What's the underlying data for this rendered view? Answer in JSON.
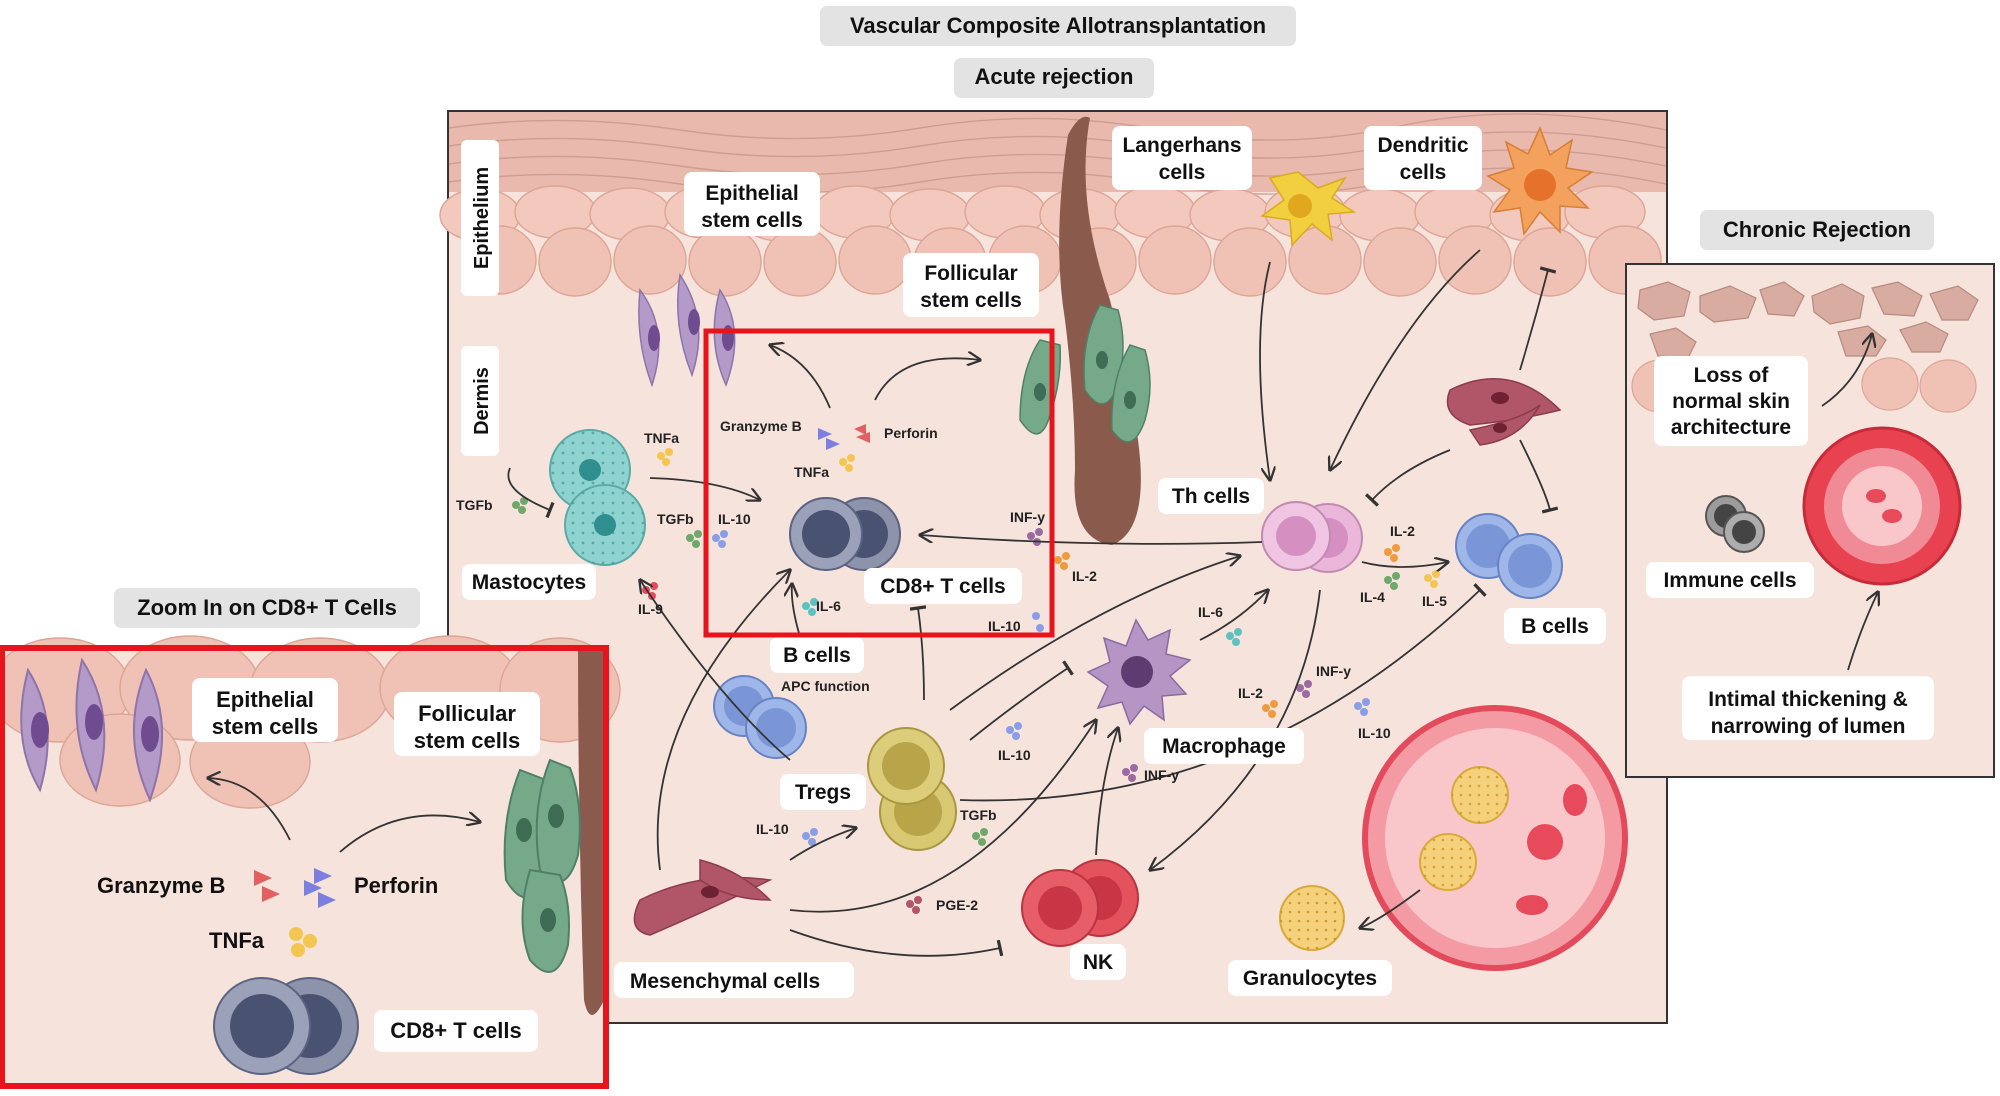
{
  "header": {
    "title": "Vascular Composite Allotransplantation",
    "acute": "Acute rejection",
    "chronic": "Chronic Rejection",
    "zoom": "Zoom In on CD8+ T Cells"
  },
  "layers": {
    "epithelium": "Epithelium",
    "dermis": "Dermis"
  },
  "cells": {
    "epithelial_stem": [
      "Epithelial",
      "stem cells"
    ],
    "follicular_stem": [
      "Follicular",
      "stem cells"
    ],
    "langerhans": [
      "Langerhans",
      "cells"
    ],
    "dendritic": [
      "Dendritic",
      "cells"
    ],
    "th": "Th cells",
    "b_cells_right": "B cells",
    "mastocytes": "Mastocytes",
    "cd8": "CD8+ T cells",
    "b_cells_mid": "B cells",
    "apc": "APC function",
    "tregs": "Tregs",
    "macrophage": "Macrophage",
    "mesenchymal": "Mesenchymal cells",
    "nk": "NK",
    "granulocytes": "Granulocytes"
  },
  "cytokines": {
    "granzyme": "Granzyme B",
    "perforin": "Perforin",
    "tnfa": "TNFa",
    "tgfb": "TGFb",
    "il10": "IL-10",
    "il6": "IL-6",
    "il9": "IL-9",
    "inf": "INF-y",
    "il2": "IL-2",
    "il4": "IL-4",
    "il5": "IL-5",
    "pge2": "PGE-2"
  },
  "chronic_panel": {
    "loss": [
      "Loss of",
      "normal skin",
      "architecture"
    ],
    "immune": "Immune cells",
    "intimal": [
      "Intimal thickening &",
      "narrowing of lumen"
    ]
  },
  "zoom_panel": {
    "epithelial": [
      "Epithelial",
      "stem cells"
    ],
    "follicular": [
      "Follicular",
      "stem cells"
    ],
    "granzyme": "Granzyme B",
    "perforin": "Perforin",
    "tnfa": "TNFa",
    "cd8": "CD8+ T cells"
  },
  "colors": {
    "tissue": "#f6e3dc",
    "epidermis": "#efbfb3",
    "highlight": "#e8141b",
    "hair": "#8a5a4c"
  }
}
